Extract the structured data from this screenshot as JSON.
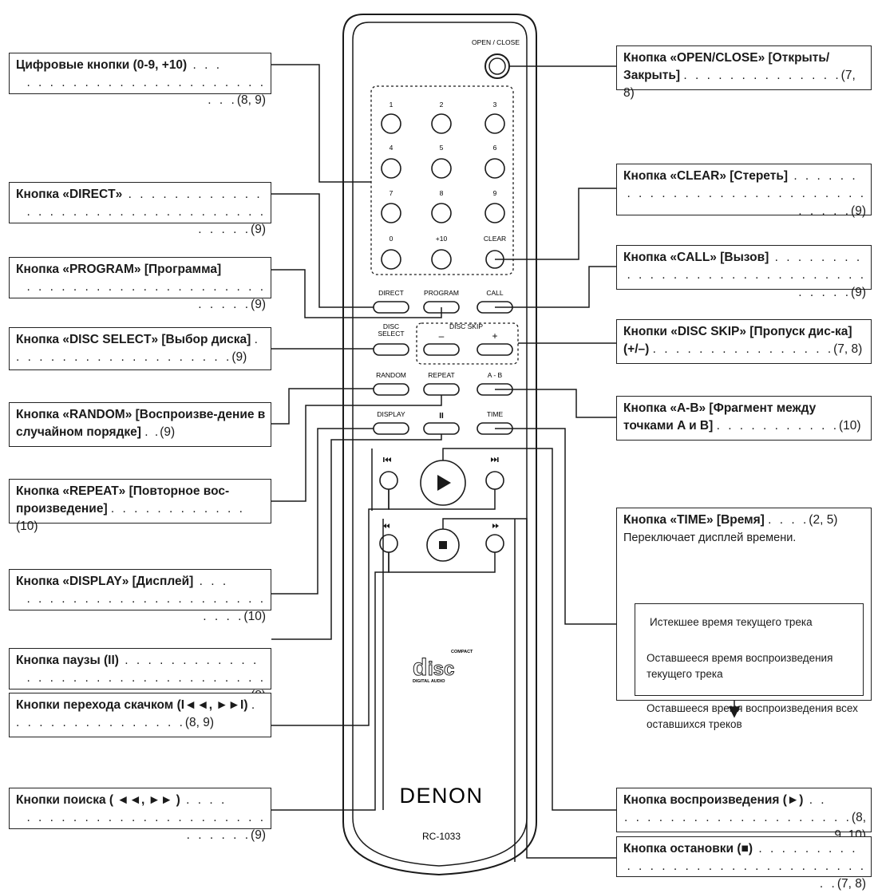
{
  "remote": {
    "brand": "DENON",
    "model": "RC-1033",
    "logo_text_top": "COMPACT",
    "logo_text_bottom": "DIGITAL AUDIO",
    "labels": {
      "open_close": "OPEN / CLOSE",
      "num1": "1",
      "num2": "2",
      "num3": "3",
      "num4": "4",
      "num5": "5",
      "num6": "6",
      "num7": "7",
      "num8": "8",
      "num9": "9",
      "num0": "0",
      "plus10": "+10",
      "clear": "CLEAR",
      "direct": "DIRECT",
      "program": "PROGRAM",
      "call": "CALL",
      "disc_select_1": "DISC",
      "disc_select_2": "SELECT",
      "disc_skip": "DISC SKIP",
      "minus": "–",
      "plus": "+",
      "random": "RANDOM",
      "repeat": "REPEAT",
      "ab": "A - B",
      "display": "DISPLAY",
      "time": "TIME",
      "pause_glyph": "II"
    }
  },
  "callouts_left": [
    {
      "id": "digits",
      "title": "Цифровые кнопки (0-9, +10)",
      "title_filler": " . . .",
      "pages": "(8, 9)"
    },
    {
      "id": "direct",
      "title": "Кнопка «DIRECT»",
      "title_filler": " . . . . . . . . . . . .",
      "pages": "(9)"
    },
    {
      "id": "program",
      "title": "Кнопка «PROGRAM» [Программа]",
      "title_filler": "",
      "pages": "(9)"
    },
    {
      "id": "disc_select",
      "title": "Кнопка «DISC SELECT» [Выбор диска]",
      "title_filler": "",
      "pages": "(9)"
    },
    {
      "id": "random",
      "title": "Кнопка «RANDOM» [Воспроизве-дение в случайном порядке]",
      "title_filler": "",
      "pages": "(9)"
    },
    {
      "id": "repeat",
      "title": "Кнопка «REPEAT» [Повторное вос-произведение]",
      "title_filler": "",
      "pages": "(10)"
    },
    {
      "id": "display",
      "title": "Кнопка «DISPLAY» [Дисплей]",
      "title_filler": " . . .",
      "pages": "(10)"
    },
    {
      "id": "pause",
      "title": "Кнопка паузы (II)",
      "title_filler": " . . . . . . . . . . . .",
      "pages": "(8)"
    },
    {
      "id": "skip",
      "title": "Кнопки перехода скачком (I◄◄, ►►I)",
      "title_filler": "",
      "pages": "(8, 9)"
    },
    {
      "id": "search",
      "title": "Кнопки поиска ( ◄◄, ►► )",
      "title_filler": " . . . .",
      "pages": "(9)"
    }
  ],
  "callouts_right": [
    {
      "id": "open_close",
      "title": "Кнопка «OPEN/CLOSE» [Открыть/ Закрыть]",
      "pages": "(7, 8)"
    },
    {
      "id": "clear",
      "title": "Кнопка «CLEAR» [Стереть]",
      "title_filler": " . . . . . .",
      "pages": "(9)"
    },
    {
      "id": "call",
      "title": "Кнопка «CALL» [Вызов]",
      "title_filler": " . . . . . . . .",
      "pages": "(9)"
    },
    {
      "id": "disc_skip",
      "title": "Кнопки «DISC SKIP» [Пропуск дис-ка] (+/–)",
      "pages": "(7, 8)"
    },
    {
      "id": "ab",
      "title": "Кнопка «A-B» [Фрагмент между точками A и B]",
      "pages": "(10)"
    },
    {
      "id": "time",
      "title": "Кнопка «TIME» [Время]",
      "pages": "(2, 5)",
      "desc": "Переключает дисплей времени."
    },
    {
      "id": "play",
      "title": "Кнопка воспроизведения (►)",
      "title_filler": " . .",
      "pages": "(8, 9, 10)"
    },
    {
      "id": "stop",
      "title": "Кнопка остановки (■)",
      "title_filler": " . . . . . . . . .",
      "pages": "(7, 8)"
    }
  ],
  "time_steps": [
    "Истекшее время текущего трека",
    "Оставшееся время воспроизведения текущего трека",
    "Оставшееся время воспроизведения всех оставшихся треков"
  ],
  "colors": {
    "line": "#1a1a1a",
    "background": "#ffffff"
  }
}
